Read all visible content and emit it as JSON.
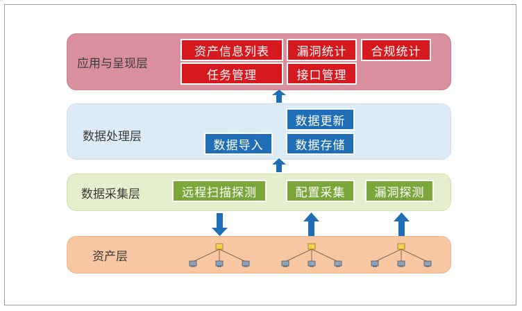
{
  "layers": {
    "application": {
      "label": "应用与呈现层",
      "items": {
        "asset_list": "资产信息列表",
        "vuln_stats": "漏洞统计",
        "compliance_stats": "合规统计",
        "task_mgmt": "任务管理",
        "interface_mgmt": "接口管理"
      }
    },
    "processing": {
      "label": "数据处理层",
      "items": {
        "data_update": "数据更新",
        "data_import": "数据导入",
        "data_storage": "数据存储"
      }
    },
    "collection": {
      "label": "数据采集层",
      "items": {
        "remote_scan": "远程扫描探测",
        "config_collect": "配置采集",
        "vuln_probe": "漏洞探测"
      }
    },
    "asset": {
      "label": "资产层"
    }
  },
  "colors": {
    "application_bg": "#d9909c",
    "processing_bg": "#dcebf6",
    "collection_bg": "#e5efcd",
    "asset_bg": "#f7c6a3",
    "red_box": "#d6191f",
    "blue_box": "#1f6eb6",
    "green_box": "#7aa63a",
    "arrow": "#1f6eb6"
  },
  "icons": [
    "arrow-up-icon",
    "arrow-down-icon",
    "network-tree-icon"
  ]
}
